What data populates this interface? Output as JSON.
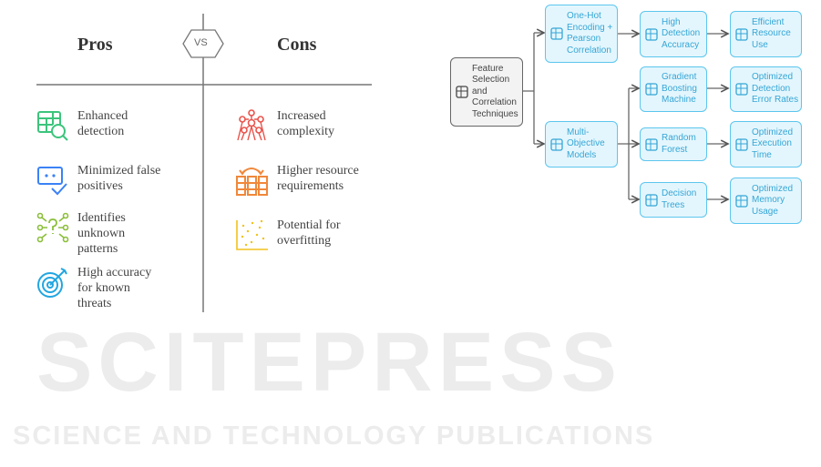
{
  "watermark": {
    "main": "SCITEPRESS",
    "sub": "SCIENCE AND TECHNOLOGY PUBLICATIONS"
  },
  "comparison": {
    "pros_title": "Pros",
    "vs_label": "VS",
    "cons_title": "Cons",
    "pros": [
      {
        "icon": "table-search-icon",
        "lines": [
          "Enhanced",
          "detection"
        ],
        "color": "#3cc47c"
      },
      {
        "icon": "chat-check-icon",
        "lines": [
          "Minimized false",
          "positives"
        ],
        "color": "#3b82f6"
      },
      {
        "icon": "pattern-question-icon",
        "lines": [
          "Identifies",
          "unknown",
          "patterns"
        ],
        "color": "#8bbf3a"
      },
      {
        "icon": "target-arrow-icon",
        "lines": [
          "High accuracy",
          "for known",
          "threats"
        ],
        "color": "#22a6e0"
      }
    ],
    "cons": [
      {
        "icon": "network-complexity-icon",
        "lines": [
          "Increased",
          "complexity"
        ],
        "color": "#e9534b"
      },
      {
        "icon": "resource-columns-icon",
        "lines": [
          "Higher resource",
          "requirements"
        ],
        "color": "#f0883a"
      },
      {
        "icon": "scatter-plot-icon",
        "lines": [
          "Potential for",
          "overfitting"
        ],
        "color": "#f2c21b"
      }
    ]
  },
  "flow": {
    "root": {
      "lines": [
        "Feature",
        "Selection",
        "and",
        "Correlation",
        "Techniques"
      ]
    },
    "methods": [
      {
        "lines": [
          "One-Hot",
          "Encoding +",
          "Pearson",
          "Correlation"
        ]
      },
      {
        "lines": [
          "Multi-",
          "Objective",
          "Models"
        ]
      }
    ],
    "models": [
      {
        "lines": [
          "High",
          "Detection",
          "Accuracy"
        ]
      },
      {
        "lines": [
          "Gradient",
          "Boosting",
          "Machine"
        ]
      },
      {
        "lines": [
          "Random",
          "Forest"
        ]
      },
      {
        "lines": [
          "Decision",
          "Trees"
        ]
      }
    ],
    "outcomes": [
      {
        "lines": [
          "Efficient",
          "Resource",
          "Use"
        ]
      },
      {
        "lines": [
          "Optimized",
          "Detection",
          "Error Rates"
        ]
      },
      {
        "lines": [
          "Optimized",
          "Execution",
          "Time"
        ]
      },
      {
        "lines": [
          "Optimized",
          "Memory",
          "Usage"
        ]
      }
    ]
  }
}
